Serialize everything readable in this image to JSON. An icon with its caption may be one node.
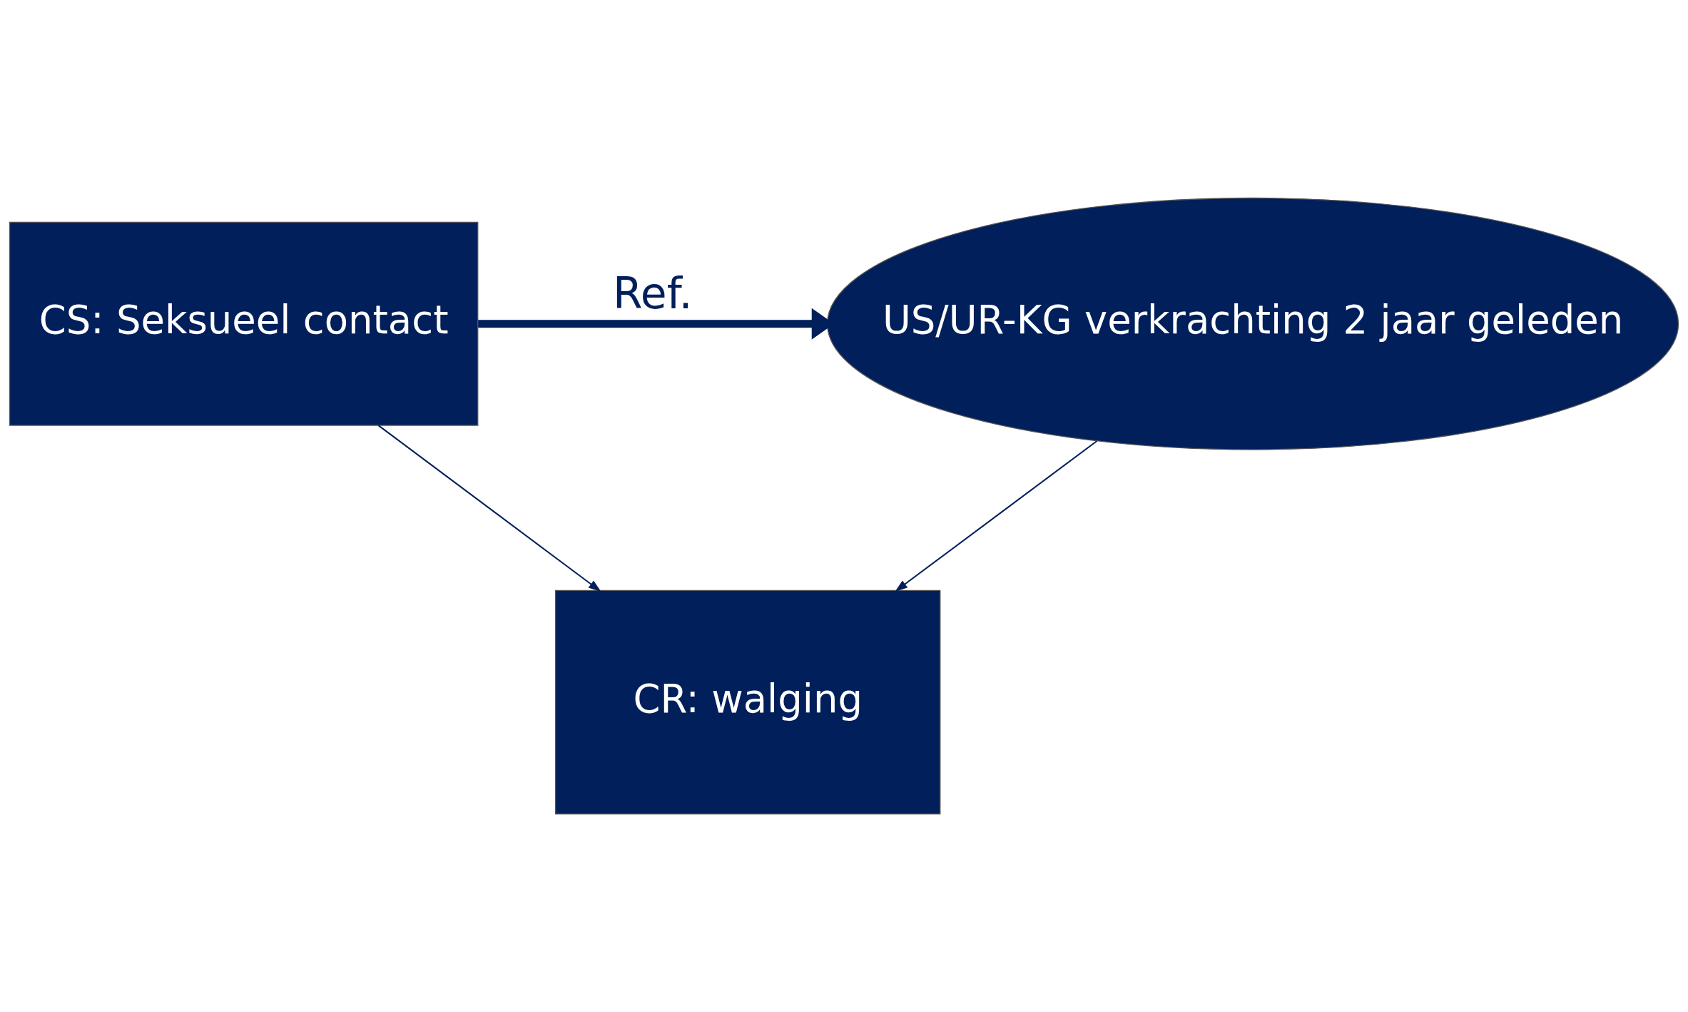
{
  "diagram": {
    "nodes": [
      {
        "text": [
          "CS: Seksueel contact"
        ]
      },
      {
        "text": [
          "US/UR-KG verkrachting 2 jaar geleden"
        ]
      },
      {
        "text": [
          "CR: walging"
        ]
      }
    ],
    "edges": [
      {
        "from": 0,
        "to": 1,
        "arrow": "to",
        "label": "Ref.",
        "style": "thick"
      },
      {
        "from": 0,
        "to": 2,
        "arrow": "to"
      },
      {
        "from": 1,
        "to": 2,
        "arrow": "to"
      }
    ]
  }
}
